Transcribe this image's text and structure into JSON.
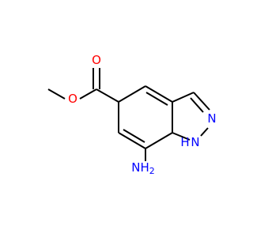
{
  "molecule": {
    "atoms": {
      "O_methoxy": {
        "label": "O",
        "color": "#ff0000"
      },
      "O_carbonyl": {
        "label": "O",
        "color": "#ff0000"
      },
      "N_pyrazole": {
        "label": "N",
        "color": "#0000ff"
      },
      "NH_pyrazole": {
        "label": "N",
        "h_label": "H",
        "color": "#0000ff"
      },
      "NH2_amino": {
        "label": "NH",
        "subscript": "2",
        "color": "#0000ff"
      }
    },
    "bond_color": "#000000"
  }
}
